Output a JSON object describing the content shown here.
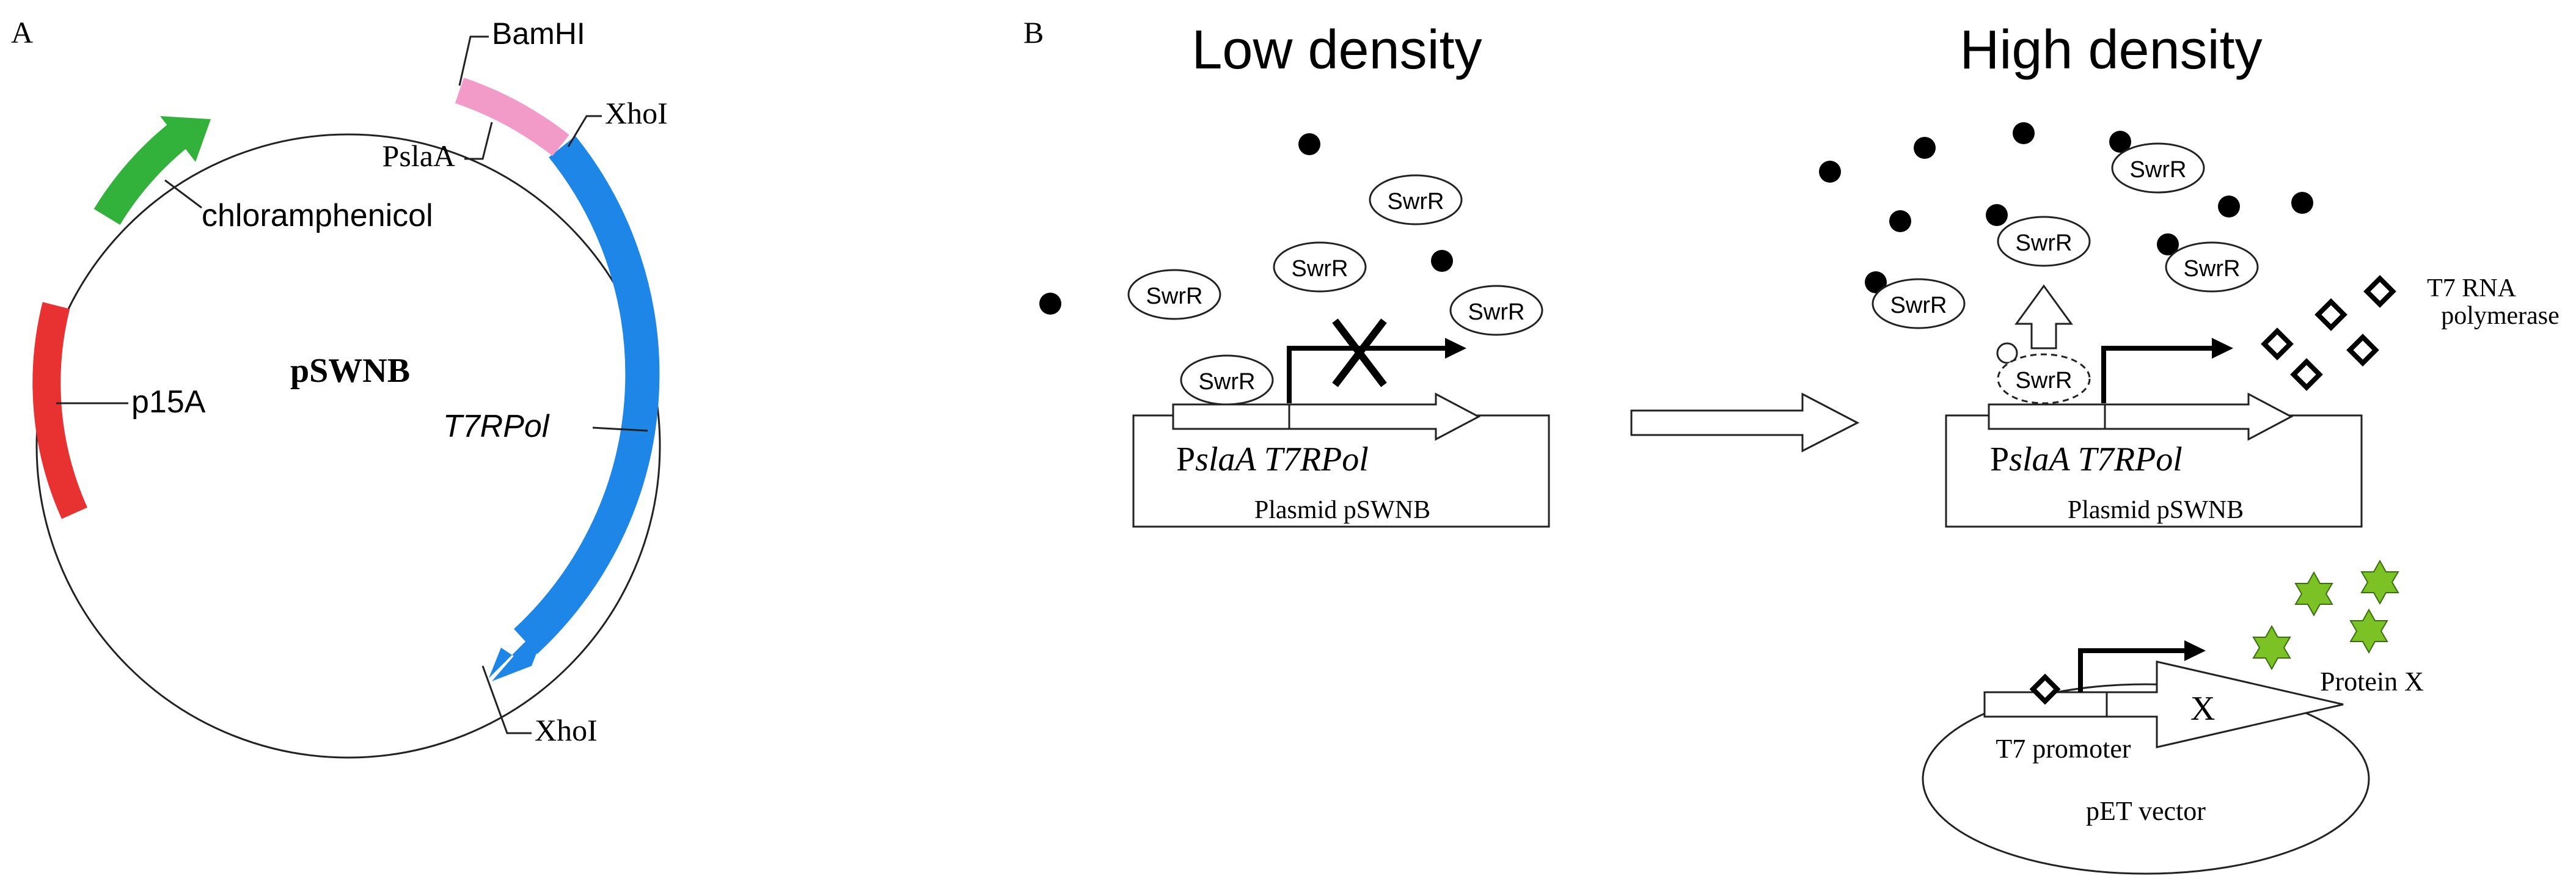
{
  "panel_a": {
    "panel_label": "A",
    "plasmid_name": "pSWNB",
    "features": {
      "bamhi": "BamHI",
      "pslaa": "PslaA",
      "xhoi_top": "XhoI",
      "chloramphenicol": "chloramphenicol",
      "p15a": "p15A",
      "t7rpol": "T7RPol",
      "xhoi_bottom": "XhoI"
    },
    "colors": {
      "chloramphenicol": "#33B23B",
      "p15a": "#E83232",
      "pslaa": "#F29AC8",
      "t7rpol": "#1E86E6"
    }
  },
  "panel_b": {
    "panel_label": "B",
    "low_density": {
      "title": "Low density",
      "swrr_labels": [
        "SwrR",
        "SwrR",
        "SwrR",
        "SwrR",
        "SwrR"
      ],
      "promoter": "PslaA",
      "gene": "T7RPol",
      "plasmid": "Plasmid pSWNB"
    },
    "high_density": {
      "title": "High density",
      "swrr_labels": [
        "SwrR",
        "SwrR",
        "SwrR",
        "SwrR",
        "SwrR"
      ],
      "promoter": "PslaA",
      "gene": "T7RPol",
      "plasmid": "Plasmid pSWNB",
      "t7_line1": "T7 RNA",
      "t7_line2": "polymerase"
    },
    "pet": {
      "promoter": "T7 promoter",
      "gene": "X",
      "vector": "pET vector",
      "protein": "Protein X"
    },
    "colors": {
      "protein_star": "#7CC225"
    }
  }
}
